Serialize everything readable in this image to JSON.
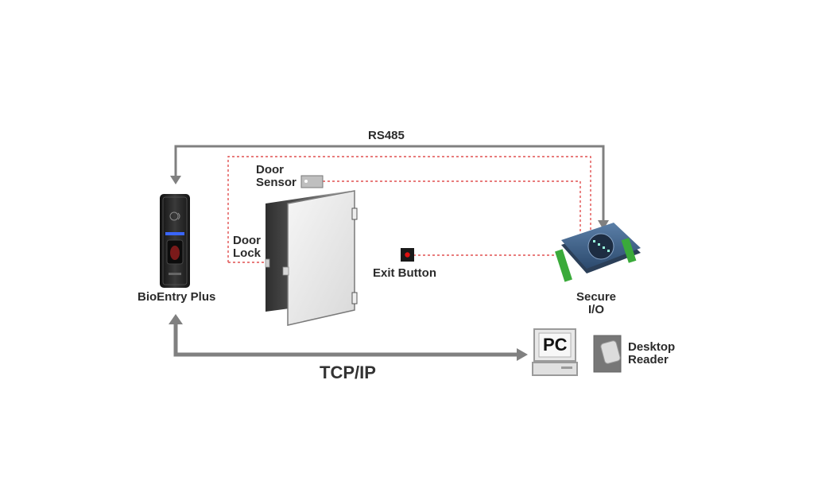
{
  "labels": {
    "rs485": "RS485",
    "tcpip": "TCP/IP",
    "door_sensor_line1": "Door",
    "door_sensor_line2": "Sensor",
    "door_lock_line1": "Door",
    "door_lock_line2": "Lock",
    "exit_button": "Exit Button",
    "bioentry": "BioEntry Plus",
    "secure_io_line1": "Secure",
    "secure_io_line2": "I/O",
    "pc": "PC",
    "desktop_reader_line1": "Desktop",
    "desktop_reader_line2": "Reader"
  },
  "colors": {
    "bus_line": "#808080",
    "dotted_wire": "#e05050",
    "device_dark": "#1e1e1e",
    "module_blue": "#3a5f8a",
    "connector_green": "#3aaa3a",
    "exit_button_red": "#e01010"
  }
}
